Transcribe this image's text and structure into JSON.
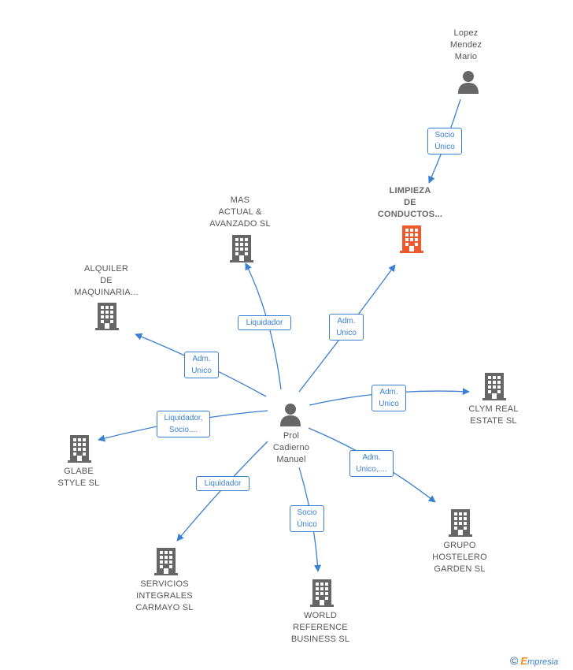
{
  "colors": {
    "edge": "#3a7fd0",
    "icon": "#666666",
    "highlight": "#ee5a2e"
  },
  "nodes": {
    "lopez": {
      "label": "Lopez\nMendez\nMario",
      "kind": "person"
    },
    "limpieza": {
      "label": "LIMPIEZA\nDE\nCONDUCTOS...",
      "kind": "company-highlight"
    },
    "mas_actual": {
      "label": "MAS\nACTUAL &\nAVANZADO SL",
      "kind": "company"
    },
    "alquiler": {
      "label": "ALQUILER\nDE\nMAQUINARIA...",
      "kind": "company"
    },
    "clym": {
      "label": "CLYM REAL\nESTATE  SL",
      "kind": "company"
    },
    "glabe": {
      "label": "GLABE\nSTYLE SL",
      "kind": "company"
    },
    "prol": {
      "label": "Prol\nCadierno\nManuel",
      "kind": "person"
    },
    "grupo": {
      "label": "GRUPO\nHOSTELERO\nGARDEN  SL",
      "kind": "company"
    },
    "servicios": {
      "label": "SERVICIOS\nINTEGRALES\nCARMAYO SL",
      "kind": "company"
    },
    "world": {
      "label": "WORLD\nREFERENCE\nBUSINESS  SL",
      "kind": "company"
    }
  },
  "relations": {
    "lopez_limpieza": "Socio\nÚnico",
    "prol_limpieza": "Adm.\nUnico",
    "prol_mas_actual": "Liquidador",
    "prol_alquiler": "Adm.\nUnico",
    "prol_clym": "Adm.\nUnico",
    "prol_glabe": "Liquidador,\nSocio....",
    "prol_grupo": "Adm.\nUnico,....",
    "prol_servicios": "Liquidador",
    "prol_world": "Socio\nÚnico"
  },
  "footer": {
    "copyright": "©",
    "brand_initial": "E",
    "brand_rest": "mpresia"
  }
}
